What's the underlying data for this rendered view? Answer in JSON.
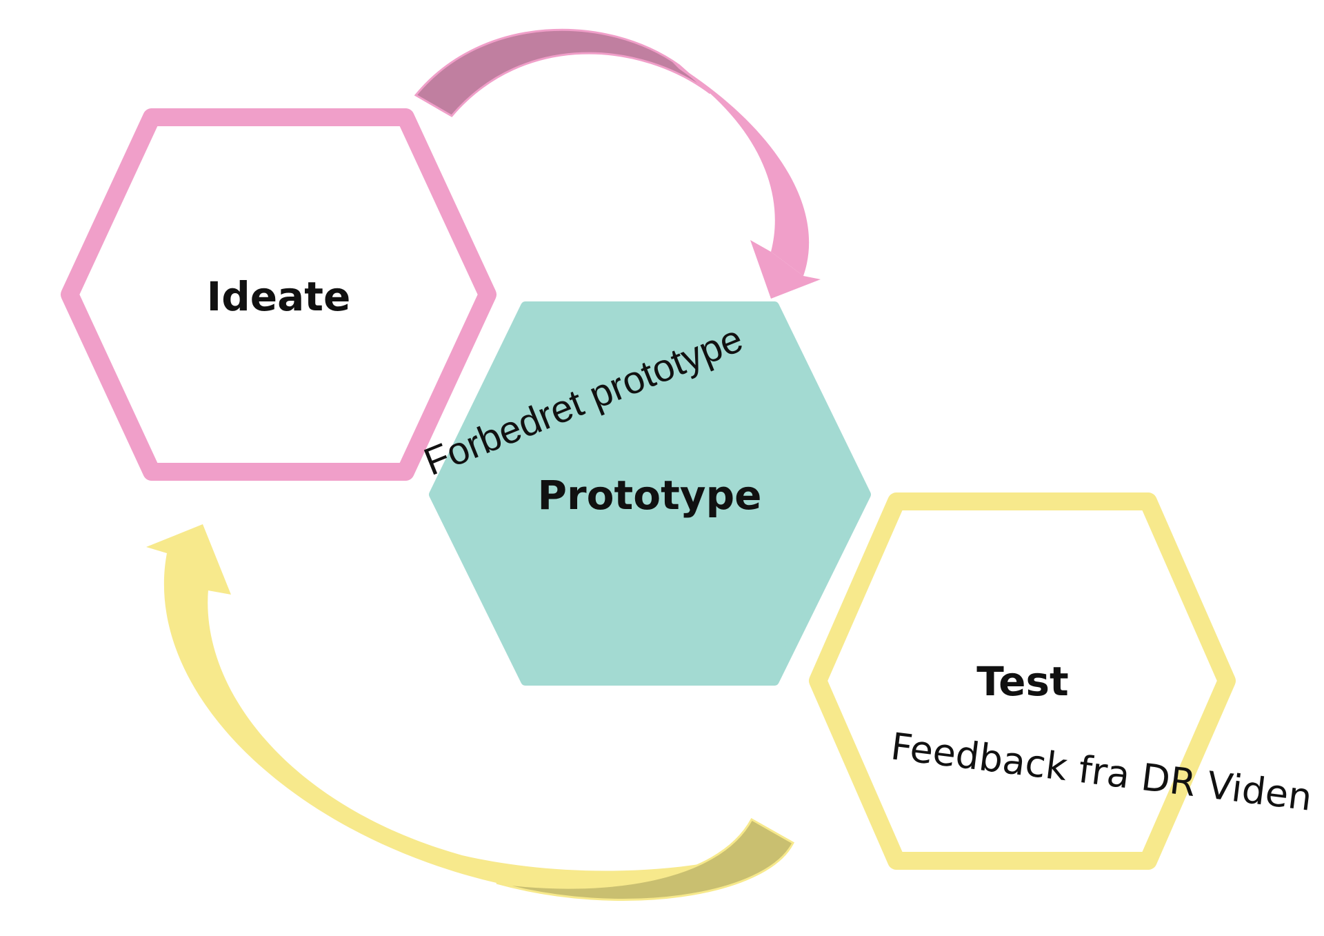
{
  "nodes": {
    "ideate": {
      "label": "Ideate"
    },
    "prototype": {
      "label": "Prototype"
    },
    "test": {
      "label": "Test"
    }
  },
  "annotations": {
    "improved_prototype": "Forbedret prototype",
    "feedback": "Feedback fra DR Viden"
  },
  "colors": {
    "ideate_stroke": "#F09FC9",
    "prototype_fill": "#A3DAD2",
    "test_stroke": "#F7E98C",
    "pink_arrow_light": "#F09FC9",
    "pink_arrow_dark": "#C07FA0",
    "yellow_arrow_light": "#F7E98C",
    "yellow_arrow_dark": "#C9BF70"
  }
}
